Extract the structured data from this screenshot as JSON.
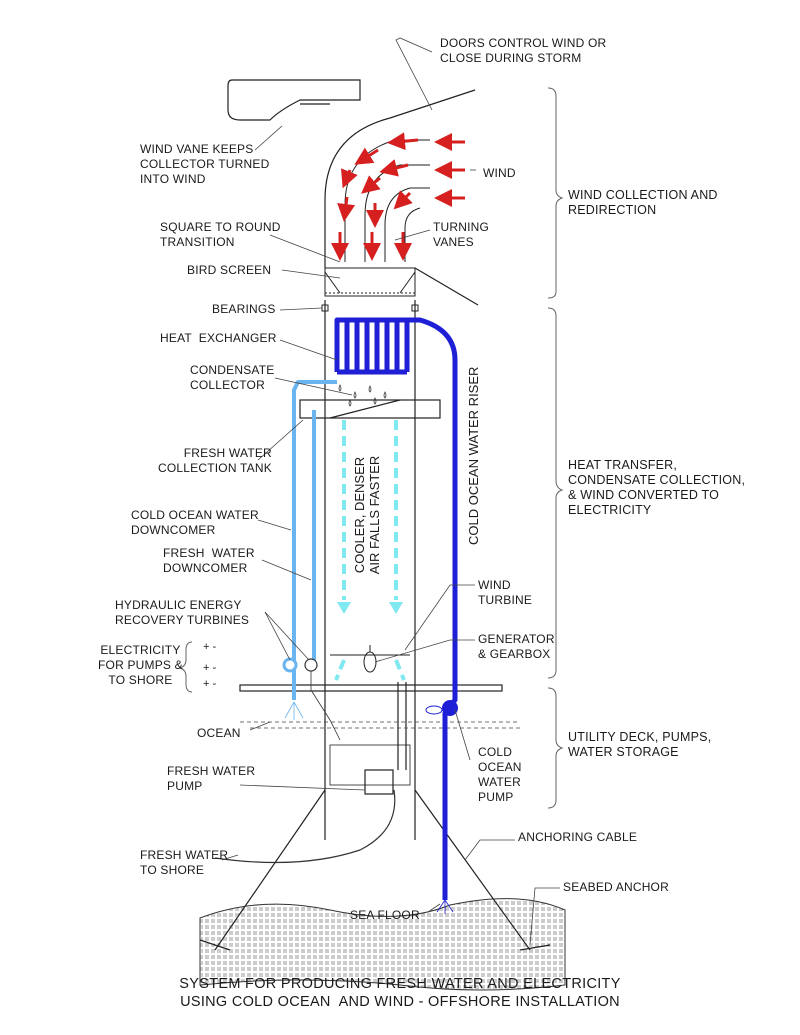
{
  "labels": {
    "doors": "DOORS CONTROL WIND OR\nCLOSE DURING STORM",
    "wind_vane": "WIND VANE KEEPS\nCOLLECTOR TURNED\nINTO WIND",
    "wind": "WIND",
    "square_to_round": "SQUARE TO ROUND\nTRANSITION",
    "turning_vanes": "TURNING\nVANES",
    "bird_screen": "BIRD SCREEN",
    "bearings": "BEARINGS",
    "heat_exchanger": "HEAT  EXCHANGER",
    "condensate_collector": "CONDENSATE\nCOLLECTOR",
    "fresh_water_tank": "FRESH WATER\nCOLLECTION TANK",
    "cold_downcomer": "COLD OCEAN WATER\nDOWNCOMER",
    "fresh_downcomer": "FRESH  WATER\nDOWNCOMER",
    "hydraulic": "HYDRAULIC ENERGY\nRECOVERY TURBINES",
    "electricity": "ELECTRICITY\nFOR PUMPS &\nTO SHORE",
    "wind_turbine": "WIND\nTURBINE",
    "generator": "GENERATOR\n& GEARBOX",
    "ocean": "OCEAN",
    "fresh_pump": "FRESH WATER\nPUMP",
    "cold_pump": "COLD\nOCEAN\nWATER\nPUMP",
    "fresh_to_shore": "FRESH WATER\nTO SHORE",
    "anchoring_cable": "ANCHORING CABLE",
    "seabed_anchor": "SEABED ANCHOR",
    "sea_floor": "SEA FLOOR",
    "cooler_air": "COOLER, DENSER\nAIR FALLS FASTER",
    "riser": "COLD OCEAN WATER RISER"
  },
  "sections": {
    "wind_collection": "WIND COLLECTION AND\nREDIRECTION",
    "heat_transfer": "HEAT TRANSFER,\nCONDENSATE COLLECTION,\n& WIND CONVERTED TO\nELECTRICITY",
    "utility_deck": "UTILITY DECK, PUMPS,\nWATER STORAGE"
  },
  "electric_terminals": [
    "+ -",
    "+ -",
    "+ -"
  ],
  "title": "SYSTEM FOR PRODUCING FRESH WATER AND ELECTRICITY\nUSING COLD OCEAN  AND WIND - OFFSHORE INSTALLATION",
  "colors": {
    "line": "#222222",
    "cold_water": "#1f1fd6",
    "fresh_water": "#6ab4f0",
    "air_flow": "#7fe8f0",
    "wind_arrow": "#d62020"
  }
}
